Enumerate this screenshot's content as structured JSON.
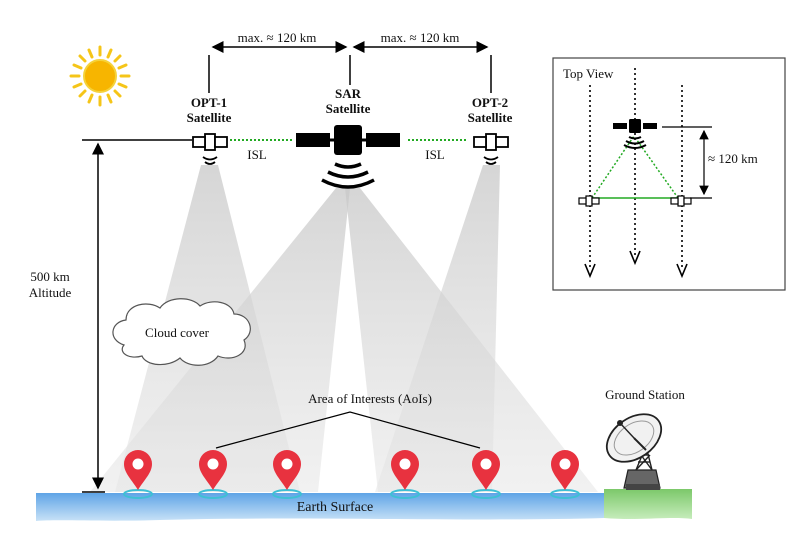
{
  "labels": {
    "spacing_left": "max. ≈ 120 km",
    "spacing_right": "max. ≈ 120 km",
    "opt1_line1": "OPT-1",
    "opt1_line2": "Satellite",
    "sar_line1": "SAR",
    "sar_line2": "Satellite",
    "opt2_line1": "OPT-2",
    "opt2_line2": "Satellite",
    "isl_left": "ISL",
    "isl_right": "ISL",
    "altitude_value": "500 km",
    "altitude_label": "Altitude",
    "cloud": "Cloud cover",
    "aois": "Area of Interests (AoIs)",
    "ground_station": "Ground Station",
    "earth_surface": "Earth Surface"
  },
  "top_view": {
    "title": "Top View",
    "spacing": "≈ 120 km"
  },
  "colors": {
    "sun": "#f5c518",
    "isl_link": "#22aa22",
    "pin": "#e8323f",
    "pin_ring": "#3ec0d4",
    "earth": "#7fb5e8",
    "ground": "#8fd07a",
    "beam": "#d6d6d6"
  },
  "icons": [
    "sun-icon",
    "satellite-icon",
    "location-pin-icon",
    "cloud-icon",
    "dish-antenna-icon"
  ]
}
